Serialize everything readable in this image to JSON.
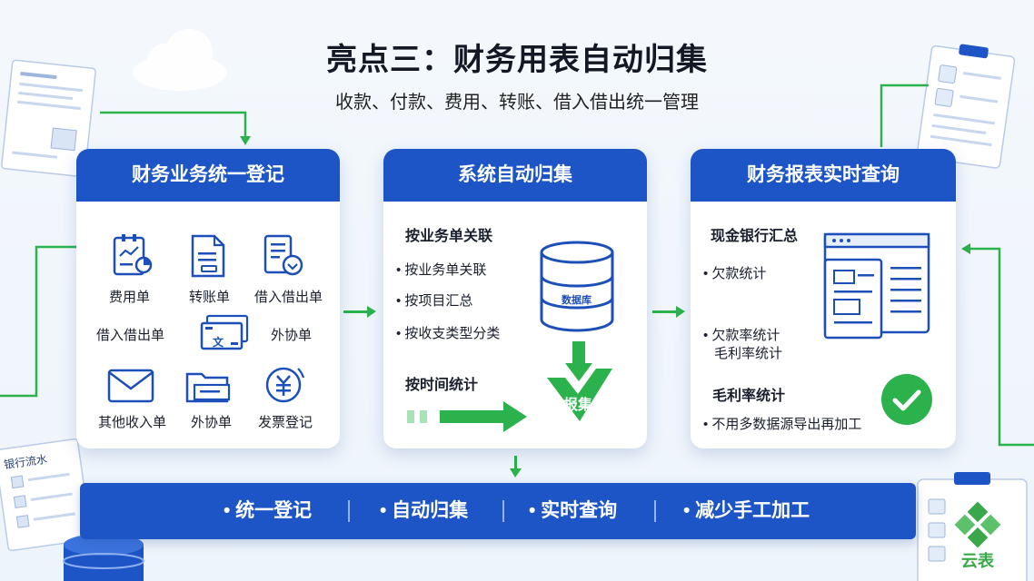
{
  "header": {
    "title": "亮点三：财务用表自动归集",
    "subtitle": "收款、付款、费用、转账、借入借出统一管理"
  },
  "card1": {
    "title": "财务业务统一登记",
    "items": [
      "费用单",
      "转账单",
      "借入借出单",
      "借入借出单",
      "外协单",
      "其他收入单",
      "外协单",
      "发票登记"
    ],
    "center_icon_text": "文"
  },
  "card2": {
    "title": "系统自动归集",
    "section1": "按业务单关联",
    "bullets": [
      "• 按业务单关联",
      "• 按项目汇总",
      "• 按收支类型分类"
    ],
    "db_label": "数据库",
    "section2": "按时间统计",
    "collect_label": "报集"
  },
  "card3": {
    "title": "财务报表实时查询",
    "section1": "现金银行汇总",
    "bullets1": [
      "• 欠款统计",
      "• 欠款率统计",
      "毛利率统计"
    ],
    "section2": "毛利率统计",
    "bullet2": "• 不用多数据源导出再加工"
  },
  "banner": {
    "items": [
      "• 统一登记",
      "• 自动归集",
      "• 实时查询",
      "• 减少手工加工"
    ]
  },
  "deco": {
    "bank_doc_title": "银行流水",
    "logo_text": "云表"
  },
  "colors": {
    "primary": "#1d55c7",
    "green": "#2bb24c",
    "icon": "#1d4fb8"
  }
}
